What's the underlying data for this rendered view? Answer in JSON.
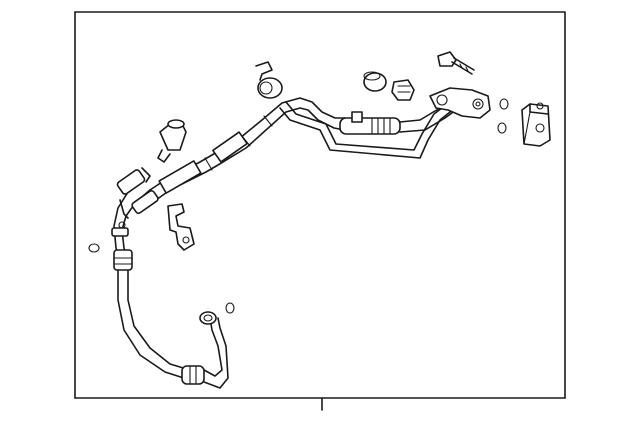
{
  "diagram": {
    "frame_color": "#1a1a1a",
    "background": "#ffffff",
    "parts": [
      {
        "id": "clamp-bracket-top",
        "icon": "clamp-icon"
      },
      {
        "id": "sensor-switch",
        "icon": "pressure-switch-icon"
      },
      {
        "id": "cap-seal",
        "icon": "cap-icon"
      },
      {
        "id": "valve-core",
        "icon": "valve-icon"
      },
      {
        "id": "bolt",
        "icon": "bolt-icon"
      },
      {
        "id": "o-rings",
        "icon": "o-ring-icon"
      },
      {
        "id": "expansion-valve",
        "icon": "expansion-valve-icon"
      },
      {
        "id": "mount-bracket",
        "icon": "bracket-icon"
      },
      {
        "id": "suction-hose",
        "icon": "hose-icon"
      },
      {
        "id": "discharge-hose",
        "icon": "hose-icon"
      }
    ]
  }
}
